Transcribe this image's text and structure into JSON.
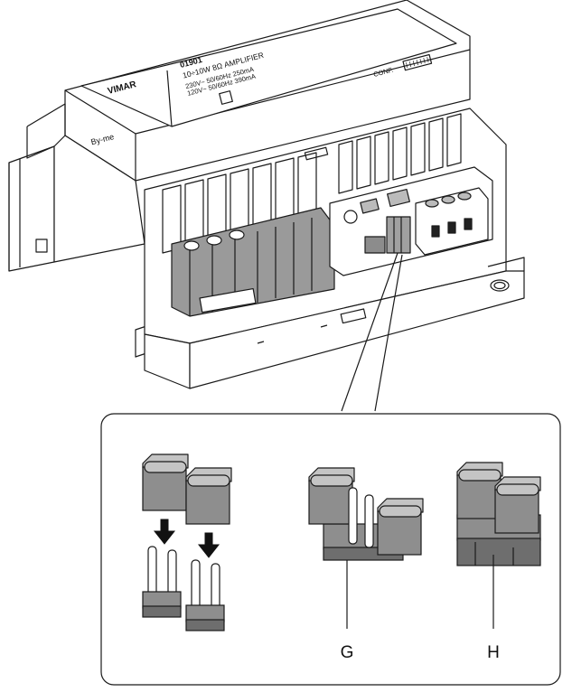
{
  "device": {
    "brand": "VIMAR",
    "code": "01901",
    "name": "10÷10W 8Ω AMPLIFIER",
    "rating_1": "230V~  50/60Hz  250mA",
    "rating_2": "120V~  50/60Hz  390mA",
    "series": "By-me",
    "conf_label": "CONF."
  },
  "detail": {
    "label_g": "G",
    "label_h": "H"
  },
  "colors": {
    "jumper_body": "#8e8e8e",
    "jumper_top": "#c4c4c4",
    "jumper_dark": "#6e6e6e",
    "pin": "#ffffff",
    "module": "#ffffff",
    "outline": "#1a1a1a"
  }
}
